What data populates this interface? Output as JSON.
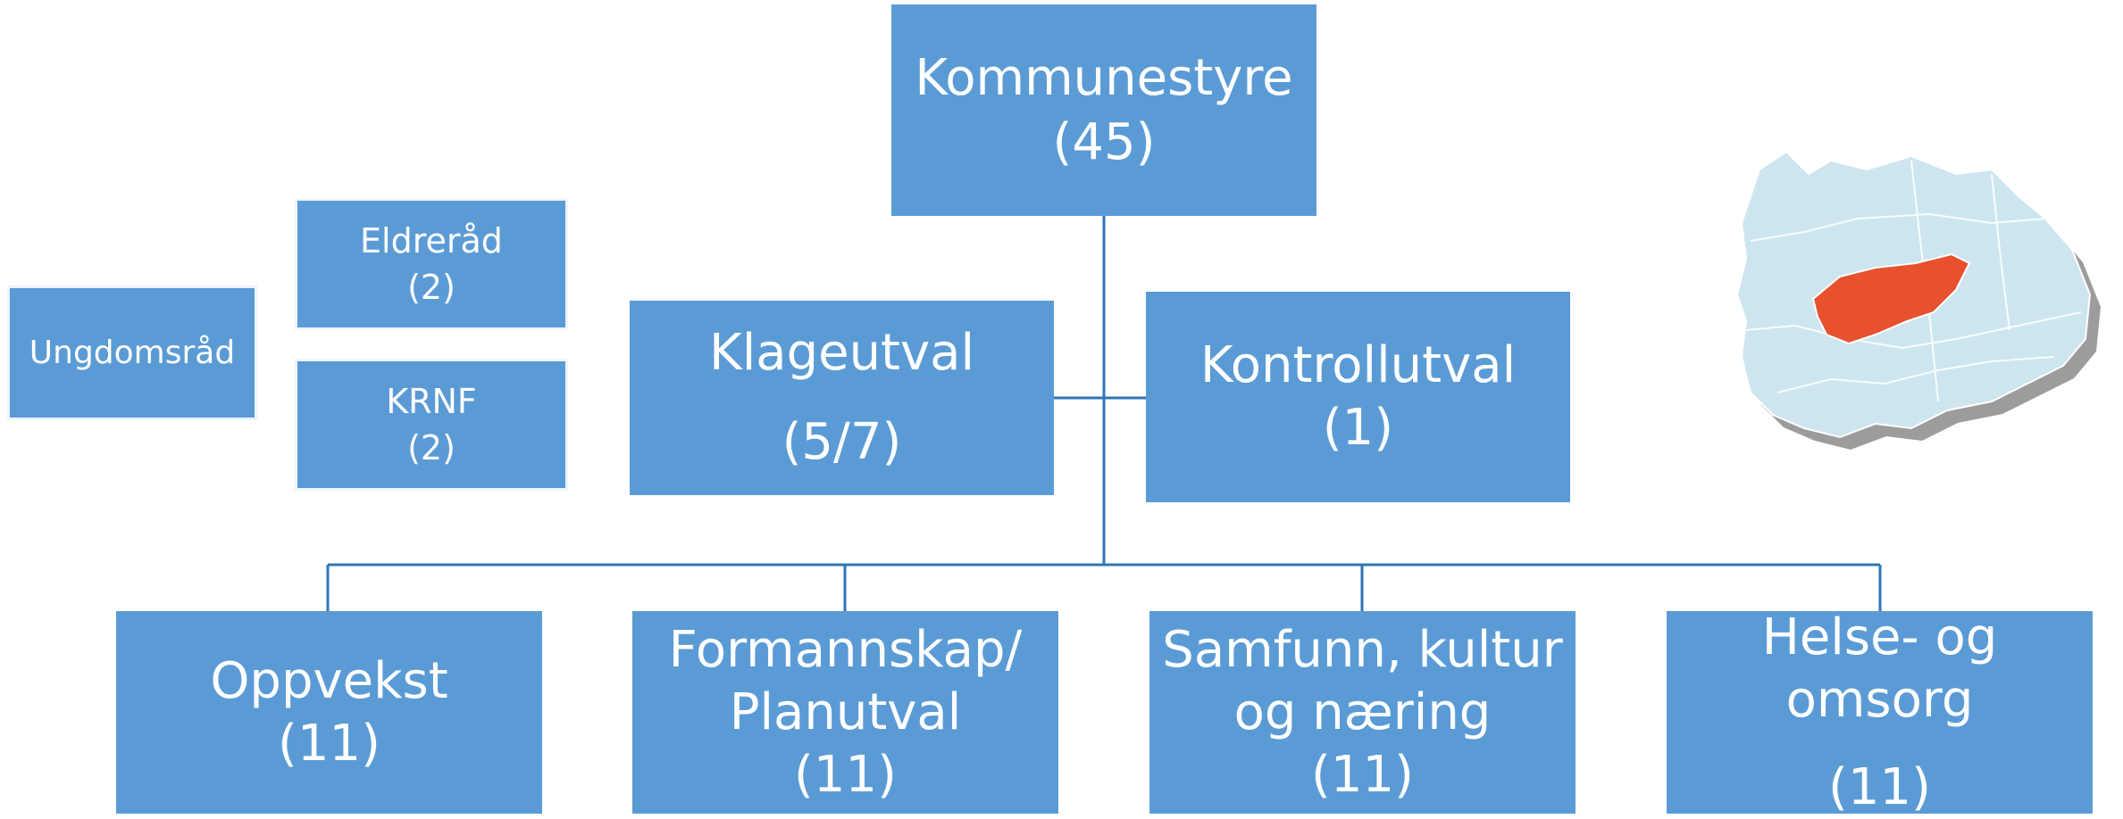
{
  "top": {
    "label": "Kommunestyre",
    "count": "(45)"
  },
  "side_left": {
    "label": "Klageutval",
    "count": "(5/7)"
  },
  "side_right": {
    "label": "Kontrollutval",
    "count": "(1)"
  },
  "councils": [
    {
      "label": "Eldreråd",
      "count": "(2)"
    },
    {
      "label": "KRNF",
      "count": "(2)"
    },
    {
      "label": "Ungdomsråd"
    }
  ],
  "committees": [
    {
      "lines": [
        "Oppvekst",
        "(11)"
      ]
    },
    {
      "lines": [
        "Formannskap/",
        "Planutval",
        "(11)"
      ]
    },
    {
      "lines": [
        "Samfunn, kultur",
        "og næring",
        "(11)"
      ]
    },
    {
      "lines": [
        "Helse- og omsorg",
        "(11)"
      ]
    }
  ],
  "colors": {
    "box_fill": "#5b9bd5",
    "connector": "#2e75b6",
    "map_land": "#cde5ef",
    "map_highlight": "#e8512e"
  }
}
